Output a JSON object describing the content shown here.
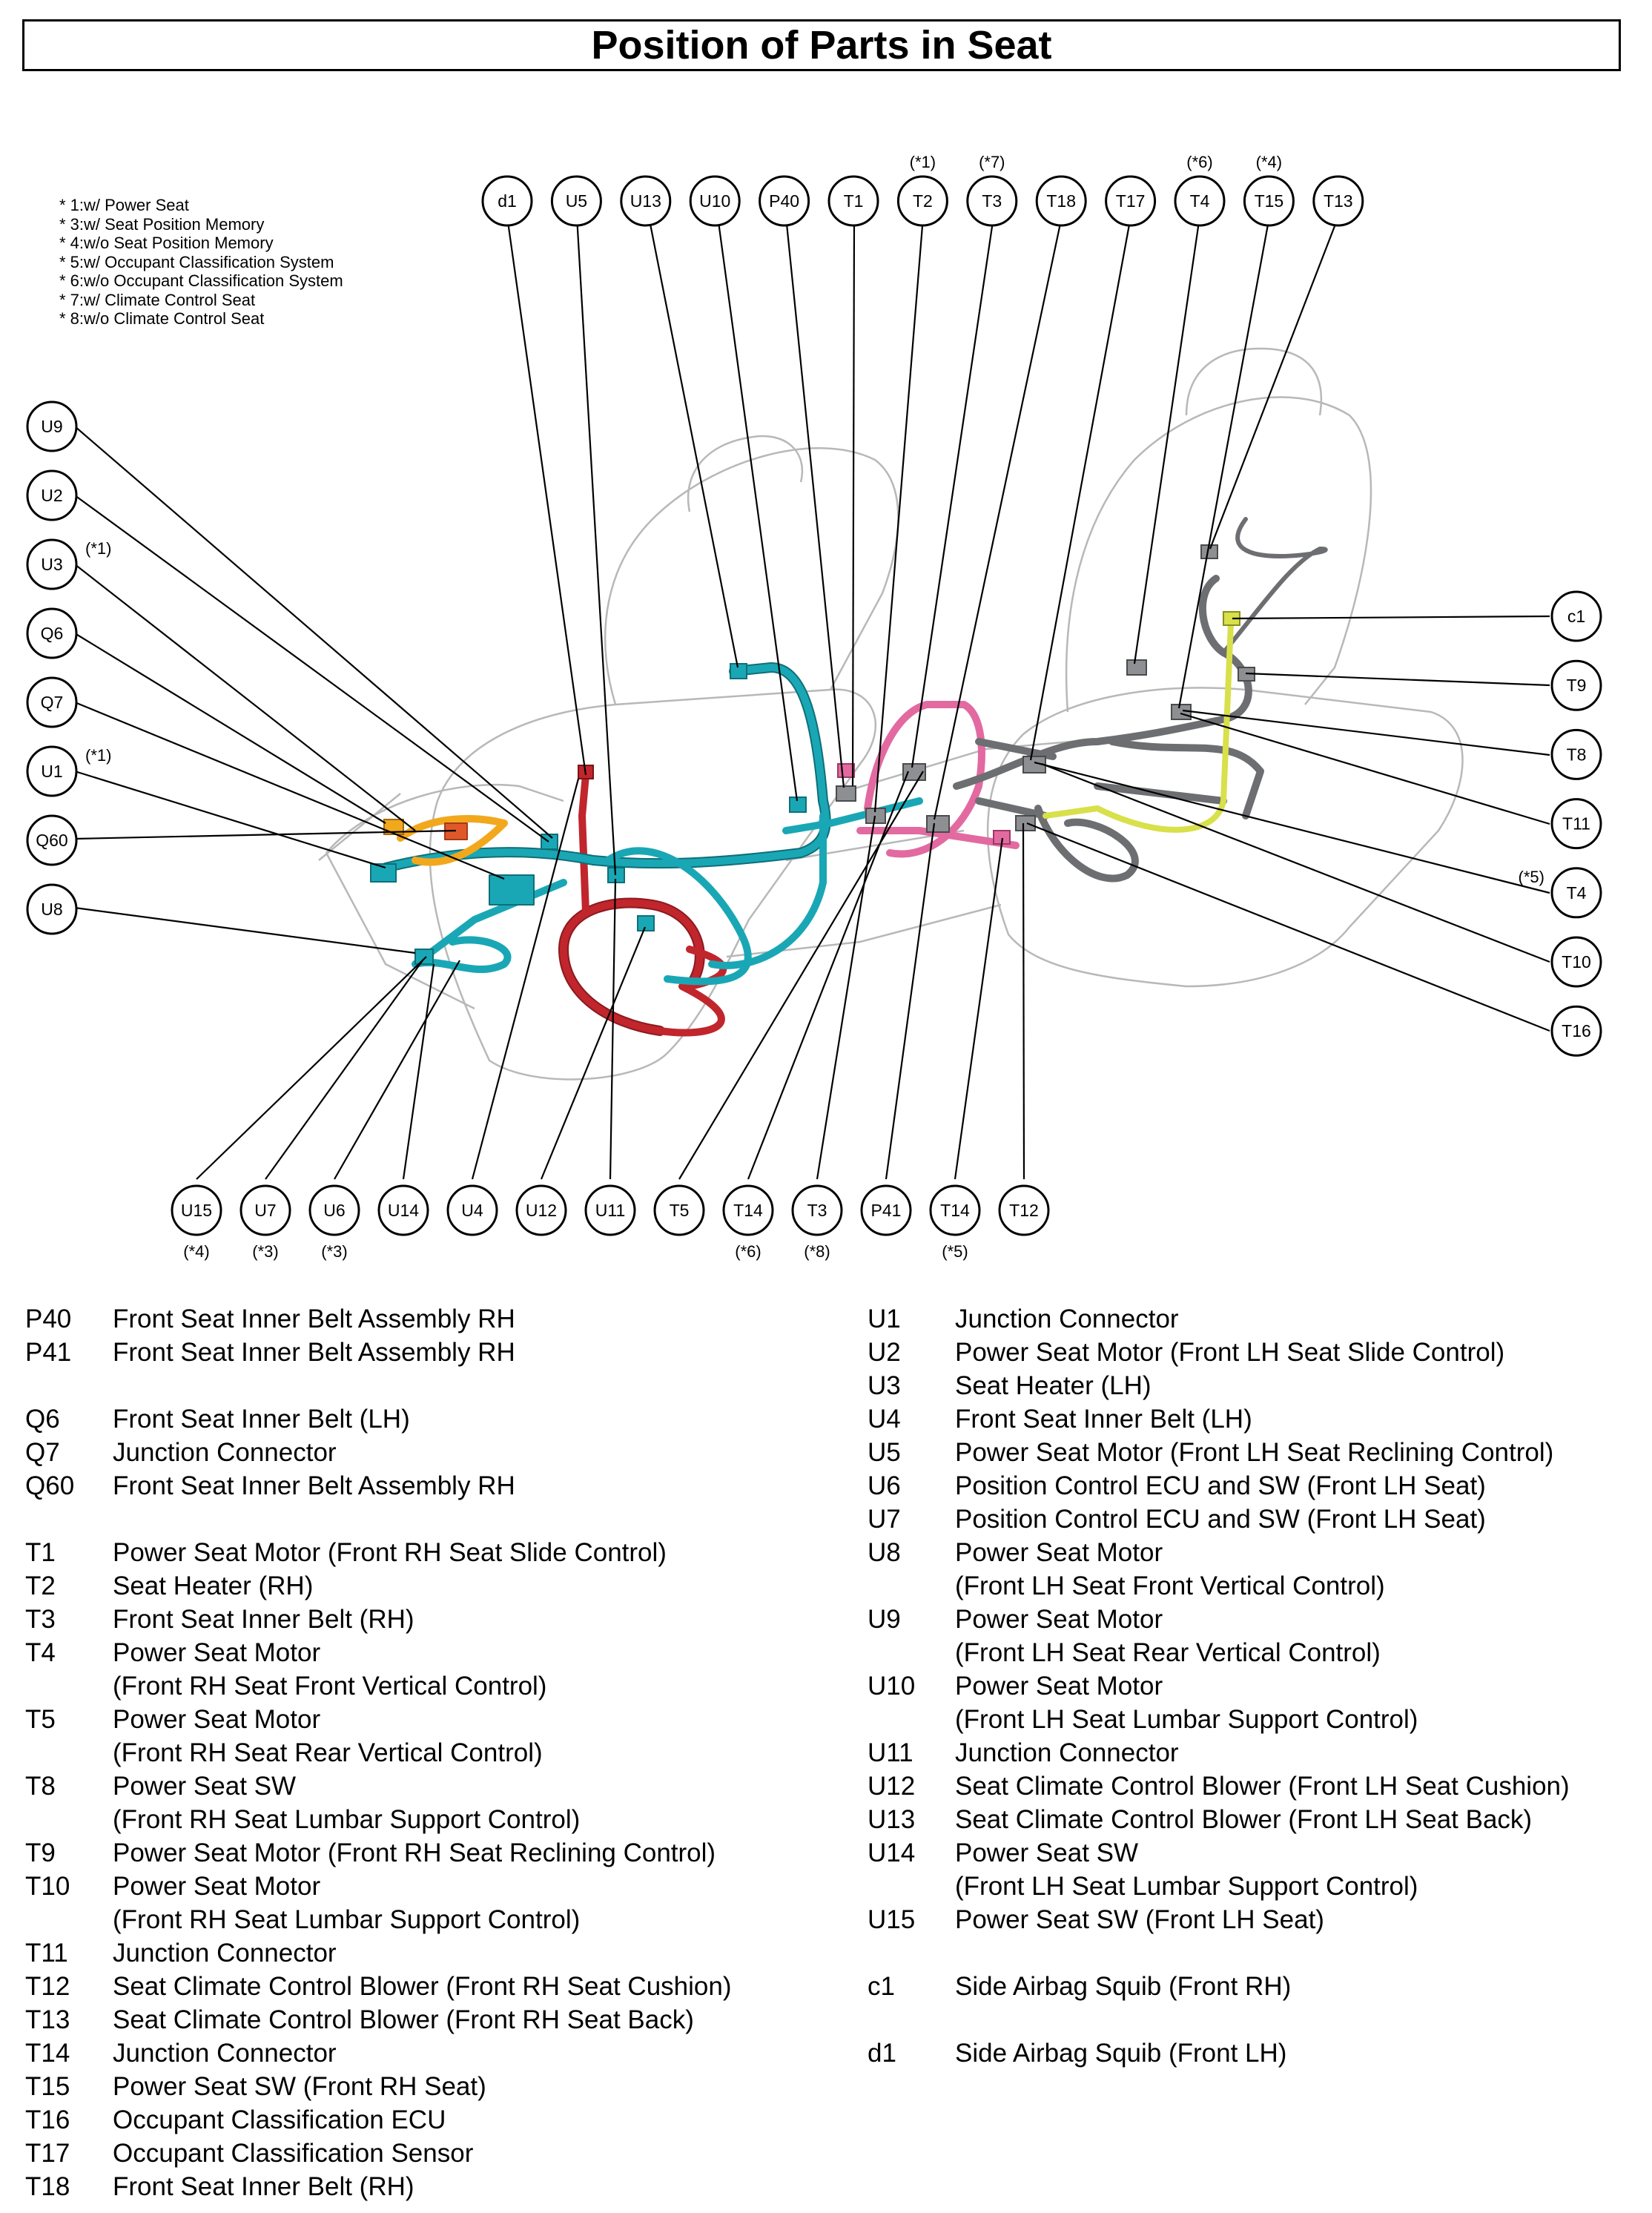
{
  "title": "Position of Parts in Seat",
  "footnotes": [
    "* 1:w/ Power Seat",
    "* 3:w/ Seat Position Memory",
    "* 4:w/o Seat Position Memory",
    "* 5:w/ Occupant Classification System",
    "* 6:w/o Occupant Classification System",
    "* 7:w/ Climate Control Seat",
    "* 8:w/o Climate Control Seat"
  ],
  "callouts": {
    "top": [
      {
        "label": "d1",
        "note": ""
      },
      {
        "label": "U5",
        "note": ""
      },
      {
        "label": "U13",
        "note": ""
      },
      {
        "label": "U10",
        "note": ""
      },
      {
        "label": "P40",
        "note": ""
      },
      {
        "label": "T1",
        "note": ""
      },
      {
        "label": "T2",
        "note": "(*1)"
      },
      {
        "label": "T3",
        "note": "(*7)"
      },
      {
        "label": "T18",
        "note": ""
      },
      {
        "label": "T17",
        "note": ""
      },
      {
        "label": "T4",
        "note": "(*6)"
      },
      {
        "label": "T15",
        "note": "(*4)"
      },
      {
        "label": "T13",
        "note": ""
      }
    ],
    "left": [
      {
        "label": "U9",
        "note": ""
      },
      {
        "label": "U2",
        "note": ""
      },
      {
        "label": "U3",
        "note": "(*1)"
      },
      {
        "label": "Q6",
        "note": ""
      },
      {
        "label": "Q7",
        "note": ""
      },
      {
        "label": "U1",
        "note": "(*1)"
      },
      {
        "label": "Q60",
        "note": ""
      },
      {
        "label": "U8",
        "note": ""
      }
    ],
    "right": [
      {
        "label": "c1",
        "note": ""
      },
      {
        "label": "T9",
        "note": ""
      },
      {
        "label": "T8",
        "note": ""
      },
      {
        "label": "T11",
        "note": ""
      },
      {
        "label": "T4",
        "note": "(*5)"
      },
      {
        "label": "T10",
        "note": ""
      },
      {
        "label": "T16",
        "note": ""
      }
    ],
    "bottom": [
      {
        "label": "U15",
        "note": "(*4)"
      },
      {
        "label": "U7",
        "note": "(*3)"
      },
      {
        "label": "U6",
        "note": "(*3)"
      },
      {
        "label": "U14",
        "note": ""
      },
      {
        "label": "U4",
        "note": ""
      },
      {
        "label": "U12",
        "note": ""
      },
      {
        "label": "U11",
        "note": ""
      },
      {
        "label": "T5",
        "note": ""
      },
      {
        "label": "T14",
        "note": "(*6)"
      },
      {
        "label": "T3",
        "note": "(*8)"
      },
      {
        "label": "P41",
        "note": ""
      },
      {
        "label": "T14",
        "note": "(*5)"
      },
      {
        "label": "T12",
        "note": ""
      }
    ]
  },
  "legend_left": [
    {
      "code": "P40",
      "desc": [
        "Front Seat Inner Belt Assembly RH"
      ]
    },
    {
      "code": "P41",
      "desc": [
        "Front Seat Inner Belt Assembly RH"
      ]
    },
    {
      "gap": true
    },
    {
      "code": "Q6",
      "desc": [
        "Front Seat Inner Belt (LH)"
      ]
    },
    {
      "code": "Q7",
      "desc": [
        "Junction Connector"
      ]
    },
    {
      "code": "Q60",
      "desc": [
        "Front Seat Inner Belt Assembly RH"
      ]
    },
    {
      "gap": true
    },
    {
      "code": "T1",
      "desc": [
        "Power Seat Motor (Front RH Seat Slide Control)"
      ]
    },
    {
      "code": "T2",
      "desc": [
        "Seat Heater (RH)"
      ]
    },
    {
      "code": "T3",
      "desc": [
        "Front Seat Inner Belt (RH)"
      ]
    },
    {
      "code": "T4",
      "desc": [
        "Power Seat Motor",
        "(Front RH Seat Front Vertical Control)"
      ]
    },
    {
      "code": "T5",
      "desc": [
        "Power Seat Motor",
        "(Front RH Seat Rear Vertical Control)"
      ]
    },
    {
      "code": "T8",
      "desc": [
        "Power Seat SW",
        "(Front RH Seat Lumbar Support Control)"
      ]
    },
    {
      "code": "T9",
      "desc": [
        "Power Seat Motor (Front RH Seat Reclining Control)"
      ]
    },
    {
      "code": "T10",
      "desc": [
        "Power Seat Motor",
        "(Front RH Seat Lumbar Support Control)"
      ]
    },
    {
      "code": "T11",
      "desc": [
        "Junction Connector"
      ]
    },
    {
      "code": "T12",
      "desc": [
        "Seat Climate Control Blower (Front RH Seat Cushion)"
      ]
    },
    {
      "code": "T13",
      "desc": [
        "Seat Climate Control Blower (Front RH Seat Back)"
      ]
    },
    {
      "code": "T14",
      "desc": [
        "Junction Connector"
      ]
    },
    {
      "code": "T15",
      "desc": [
        "Power Seat SW (Front RH Seat)"
      ]
    },
    {
      "code": "T16",
      "desc": [
        "Occupant Classification ECU"
      ]
    },
    {
      "code": "T17",
      "desc": [
        "Occupant Classification Sensor"
      ]
    },
    {
      "code": "T18",
      "desc": [
        "Front Seat Inner Belt (RH)"
      ]
    }
  ],
  "legend_right": [
    {
      "code": "U1",
      "desc": [
        "Junction Connector"
      ]
    },
    {
      "code": "U2",
      "desc": [
        "Power Seat Motor (Front LH Seat Slide Control)"
      ]
    },
    {
      "code": "U3",
      "desc": [
        "Seat Heater (LH)"
      ]
    },
    {
      "code": "U4",
      "desc": [
        "Front Seat Inner Belt (LH)"
      ]
    },
    {
      "code": "U5",
      "desc": [
        "Power Seat Motor (Front LH Seat Reclining Control)"
      ]
    },
    {
      "code": "U6",
      "desc": [
        "Position Control ECU and SW (Front LH Seat)"
      ]
    },
    {
      "code": "U7",
      "desc": [
        "Position Control ECU and SW (Front LH Seat)"
      ]
    },
    {
      "code": "U8",
      "desc": [
        "Power Seat Motor",
        "(Front LH Seat Front Vertical Control)"
      ]
    },
    {
      "code": "U9",
      "desc": [
        "Power Seat Motor",
        "(Front LH Seat Rear Vertical Control)"
      ]
    },
    {
      "code": "U10",
      "desc": [
        "Power Seat Motor",
        "(Front LH Seat Lumbar Support Control)"
      ]
    },
    {
      "code": "U11",
      "desc": [
        "Junction Connector"
      ]
    },
    {
      "code": "U12",
      "desc": [
        "Seat Climate Control Blower (Front LH Seat Cushion)"
      ]
    },
    {
      "code": "U13",
      "desc": [
        "Seat Climate Control Blower (Front LH Seat Back)"
      ]
    },
    {
      "code": "U14",
      "desc": [
        "Power Seat SW",
        "(Front LH Seat Lumbar Support Control)"
      ]
    },
    {
      "code": "U15",
      "desc": [
        "Power Seat SW (Front LH Seat)"
      ]
    },
    {
      "gap": true
    },
    {
      "code": "c1",
      "desc": [
        "Side Airbag Squib (Front RH)"
      ]
    },
    {
      "gap": true
    },
    {
      "code": "d1",
      "desc": [
        "Side Airbag Squib (Front LH)"
      ]
    }
  ],
  "colors": {
    "teal": "#1aa7b5",
    "red": "#c0262c",
    "pink": "#e26aa0",
    "gray": "#6d6e71",
    "yellow": "#d8e04a",
    "orange": "#f2a81d",
    "outline": "#b8b8b8"
  }
}
